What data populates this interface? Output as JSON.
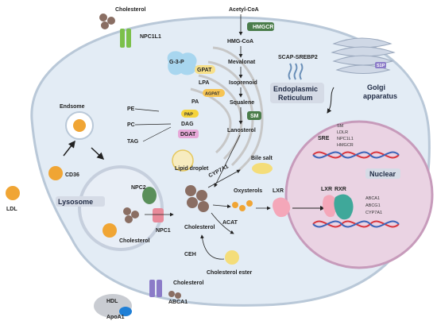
{
  "colors": {
    "cell_fill": "#e3ecf5",
    "cell_stroke": "#b9c8d8",
    "nucleus_fill": "#ead3e3",
    "nucleus_stroke": "#c79bbb",
    "er_stroke": "#c7c7c7",
    "cholesterol_ball": "#8a6e63",
    "orange_vesicle": "#f0a534",
    "green_protein": "#5a8f5a",
    "pink_protein": "#f4a7b9",
    "teal_protein": "#3fa89a",
    "purple_protein": "#8b7bc8",
    "label_box": "#d5dbe6"
  },
  "labels": {
    "cholesterol_top": "Cholesterol",
    "npc1l1": "NPC1L1",
    "acetyl_coa": "Acetyl-CoA",
    "hmgcr_box": "HMGCR",
    "hmg_coa": "HMG-CoA",
    "mevalonat": "Mevalonat",
    "scap_srebp2": "SCAP-SREBP2",
    "isoprenoid": "Isoprenoid",
    "er": "Endoplasmic\nReticulum",
    "squalene": "Squalene",
    "sm_box": "SM",
    "lanosterol": "Lanosterol",
    "g3p": "G-3-P",
    "gpat": "GPAT",
    "lpa": "LPA",
    "agpat": "AGPAT",
    "pa": "PA",
    "pap": "PAP",
    "dag": "DAG",
    "dgat": "DGAT",
    "pe": "PE",
    "pc": "PC",
    "tag": "TAG",
    "lipid_droplet": "Lipid droplet",
    "endosome": "Endsome",
    "cd36": "CD36",
    "ldl": "LDL",
    "lysosome": "Lysosome",
    "npc2": "NPC2",
    "npc1": "NPC1",
    "cholesterol_lys": "Cholesterol",
    "cholesterol_center": "Cholesterol",
    "cyp7a1": "CYP7A1",
    "bile_salt": "Bile salt",
    "oxysterols": "Oxysterols",
    "lxr_free": "LXR",
    "acat": "ACAT",
    "ceh": "CEH",
    "cholesterol_ester": "Cholesterol ester",
    "s1p": "S1P",
    "golgi": "Golgi\napparatus",
    "sre": "SRE",
    "sre_targets": [
      "SM",
      "LDLR",
      "NPC1L1",
      "HMGCR"
    ],
    "nuclear": "Nuclear",
    "lxr": "LXR",
    "rxr": "RXR",
    "lxr_targets": [
      "ABCA1",
      "ABCG1",
      "CYP7A1"
    ],
    "cholesterol_bottom": "Cholesterol",
    "abca1": "ABCA1",
    "hdl": "HDL",
    "apoa1": "ApoA1"
  }
}
